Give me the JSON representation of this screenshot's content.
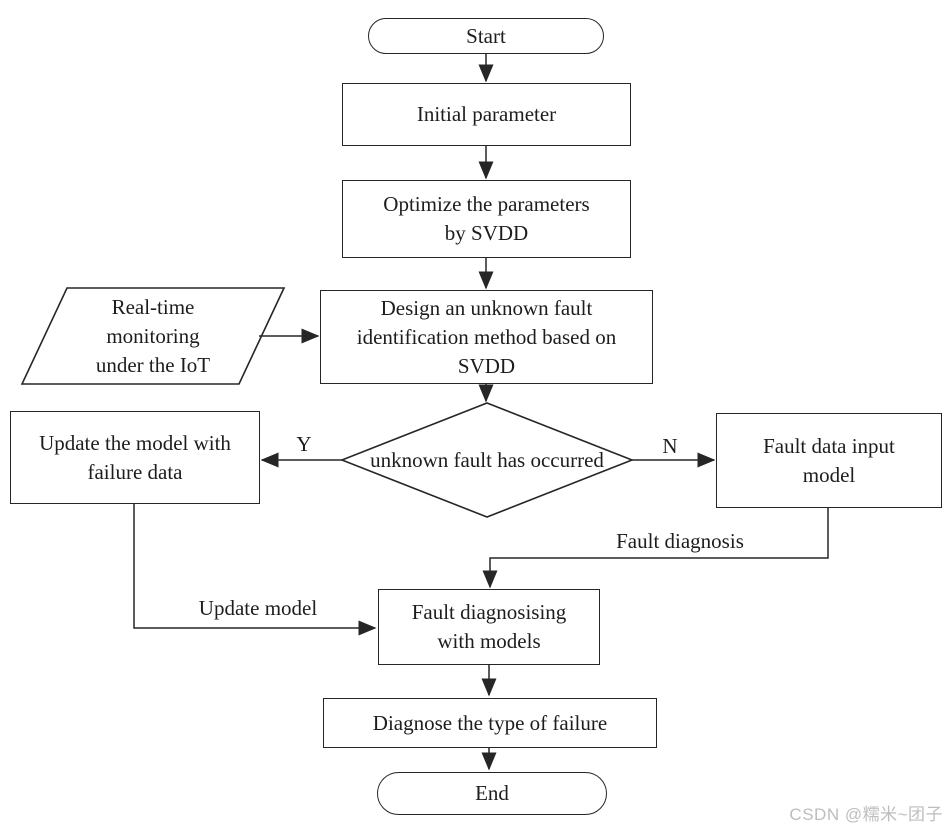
{
  "nodes": {
    "start": {
      "label": "Start"
    },
    "initial_parameter": {
      "label": "Initial parameter"
    },
    "optimize": {
      "lines": [
        "Optimize the parameters",
        "by SVDD"
      ]
    },
    "realtime_monitoring": {
      "lines": [
        "Real-time",
        "monitoring",
        "under the IoT"
      ]
    },
    "design": {
      "lines": [
        "Design an unknown fault",
        "identification method based on",
        "SVDD"
      ]
    },
    "decision": {
      "label": "unknown fault has occurred"
    },
    "update_with_failure": {
      "lines": [
        "Update the model with",
        "failure data"
      ]
    },
    "fault_data_input": {
      "lines": [
        "Fault data input",
        "model"
      ]
    },
    "fault_diagnosising": {
      "lines": [
        "Fault diagnosising",
        "with models"
      ]
    },
    "diagnose_type": {
      "label": "Diagnose the type of failure"
    },
    "end": {
      "label": "End"
    }
  },
  "edge_labels": {
    "yes": "Y",
    "no": "N",
    "fault_diagnosis": "Fault diagnosis",
    "update_model": "Update model"
  },
  "watermark": "CSDN @糯米~团子",
  "colors": {
    "stroke": "#262626",
    "text": "#1d1d1d",
    "background": "#ffffff",
    "watermark": "#bdbdbd"
  }
}
